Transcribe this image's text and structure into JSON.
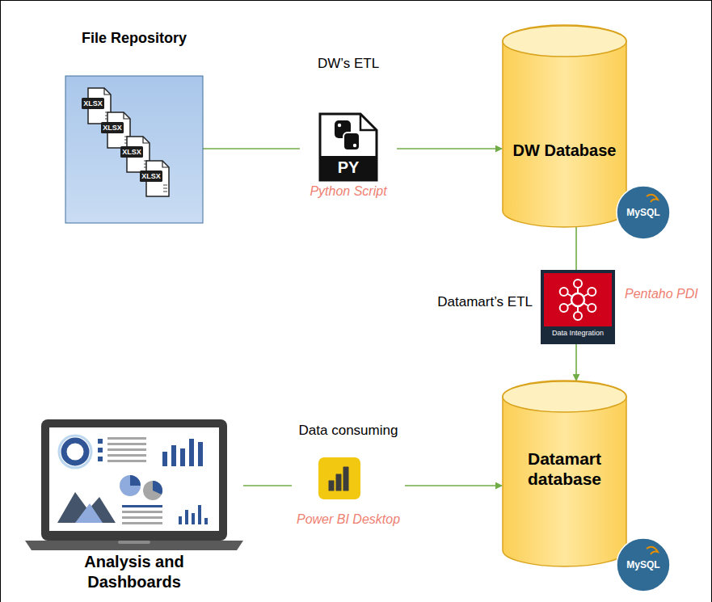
{
  "diagram": {
    "nodes": [
      {
        "text": [
          "File Repository"
        ]
      },
      {
        "text": [
          "DW’s ETL",
          "PY",
          "Python Script"
        ]
      },
      {
        "text": [
          "DW Database"
        ]
      },
      {
        "text": [
          "Datamart’s ETL",
          "Data Integration",
          "Pentaho PDI"
        ]
      },
      {
        "text": [
          "Analysis and Dashboards"
        ]
      },
      {
        "text": [
          "Data consuming",
          "Power BI Desktop"
        ]
      },
      {
        "text": [
          "Datamart database"
        ]
      }
    ],
    "edges": [
      {
        "from": 0,
        "to": 1,
        "arrow": "none"
      },
      {
        "from": 1,
        "to": 2,
        "arrow": "to"
      },
      {
        "from": 2,
        "to": 3,
        "arrow": "none"
      },
      {
        "from": 3,
        "to": 6,
        "arrow": "to"
      },
      {
        "from": 4,
        "to": 5,
        "arrow": "none"
      },
      {
        "from": 5,
        "to": 6,
        "arrow": "to"
      }
    ],
    "labels": [
      "XLSX",
      "XLSX",
      "XLSX",
      "XLSX",
      "MySQL",
      "MySQL"
    ]
  }
}
